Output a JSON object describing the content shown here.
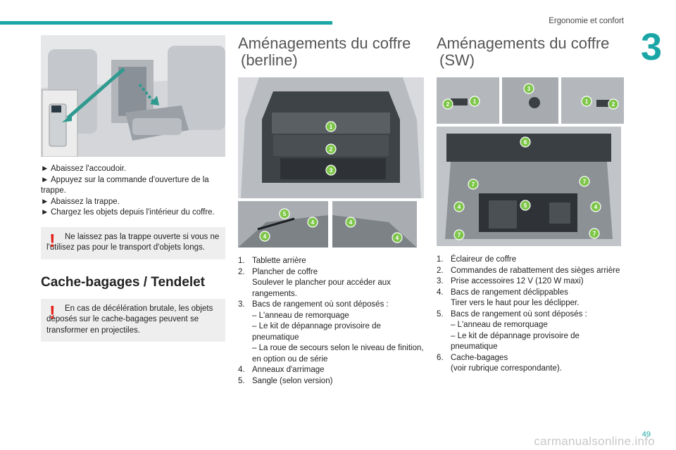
{
  "header": {
    "title": "Ergonomie et confort",
    "chapter": "3"
  },
  "col1": {
    "bullets": [
      {
        "mark": "►",
        "text": "Abaissez l'accoudoir."
      },
      {
        "mark": "►",
        "text": "Appuyez sur la commande d'ouverture de la trappe."
      },
      {
        "mark": "►",
        "text": "Abaissez la trappe."
      },
      {
        "mark": "►",
        "text": "Chargez les objets depuis l'intérieur du coffre."
      }
    ],
    "warning1": "Ne laissez pas la trappe ouverte si vous ne l'utilisez pas pour le transport d'objets longs.",
    "heading": "Cache-bagages / Tendelet",
    "warning2": "En cas de décélération brutale, les objets déposés sur le cache-bagages peuvent se transformer en projectiles.",
    "warn_mark": "!"
  },
  "col2": {
    "title_l1": "Aménagements du coffre",
    "title_l2": "(berline)",
    "fig_main_badges": [
      "1",
      "2",
      "3"
    ],
    "fig_left_badges": [
      "5",
      "4",
      "4"
    ],
    "fig_right_badges": [
      "4",
      "4"
    ],
    "items": [
      {
        "n": "1.",
        "text": "Tablette arrière"
      },
      {
        "n": "2.",
        "text": "Plancher de coffre",
        "sub": "Soulever le plancher pour accéder aux rangements."
      },
      {
        "n": "3.",
        "text": "Bacs de rangement où sont déposés :",
        "dashes": [
          "– L'anneau de remorquage",
          "– Le kit de dépannage provisoire de pneumatique",
          "– La roue de secours selon le niveau de finition, en option ou de série"
        ]
      },
      {
        "n": "4.",
        "text": "Anneaux d'arrimage"
      },
      {
        "n": "5.",
        "text": "Sangle (selon version)"
      }
    ]
  },
  "col3": {
    "title_l1": "Aménagements du coffre",
    "title_l2": "(SW)",
    "fig_top_badges": [
      "2",
      "1",
      "3",
      "1",
      "2"
    ],
    "fig_main_badges": [
      "6",
      "7",
      "7",
      "4",
      "5",
      "4",
      "7",
      "7"
    ],
    "items": [
      {
        "n": "1.",
        "text": "Éclaireur de coffre"
      },
      {
        "n": "2.",
        "text": "Commandes de rabattement des sièges arrière"
      },
      {
        "n": "3.",
        "text": "Prise accessoires 12 V (120 W maxi)"
      },
      {
        "n": "4.",
        "text": "Bacs de rangement déclippables",
        "sub": "Tirer vers le haut pour les déclipper."
      },
      {
        "n": "5.",
        "text": "Bacs de rangement où sont déposés :",
        "dashes": [
          "– L'anneau de remorquage",
          "– Le kit de dépannage provisoire de pneumatique"
        ]
      },
      {
        "n": "6.",
        "text": "Cache-bagages",
        "sub": "(voir rubrique correspondante)."
      }
    ]
  },
  "footer": {
    "page": "49",
    "watermark": "carmanualsonline.info"
  }
}
